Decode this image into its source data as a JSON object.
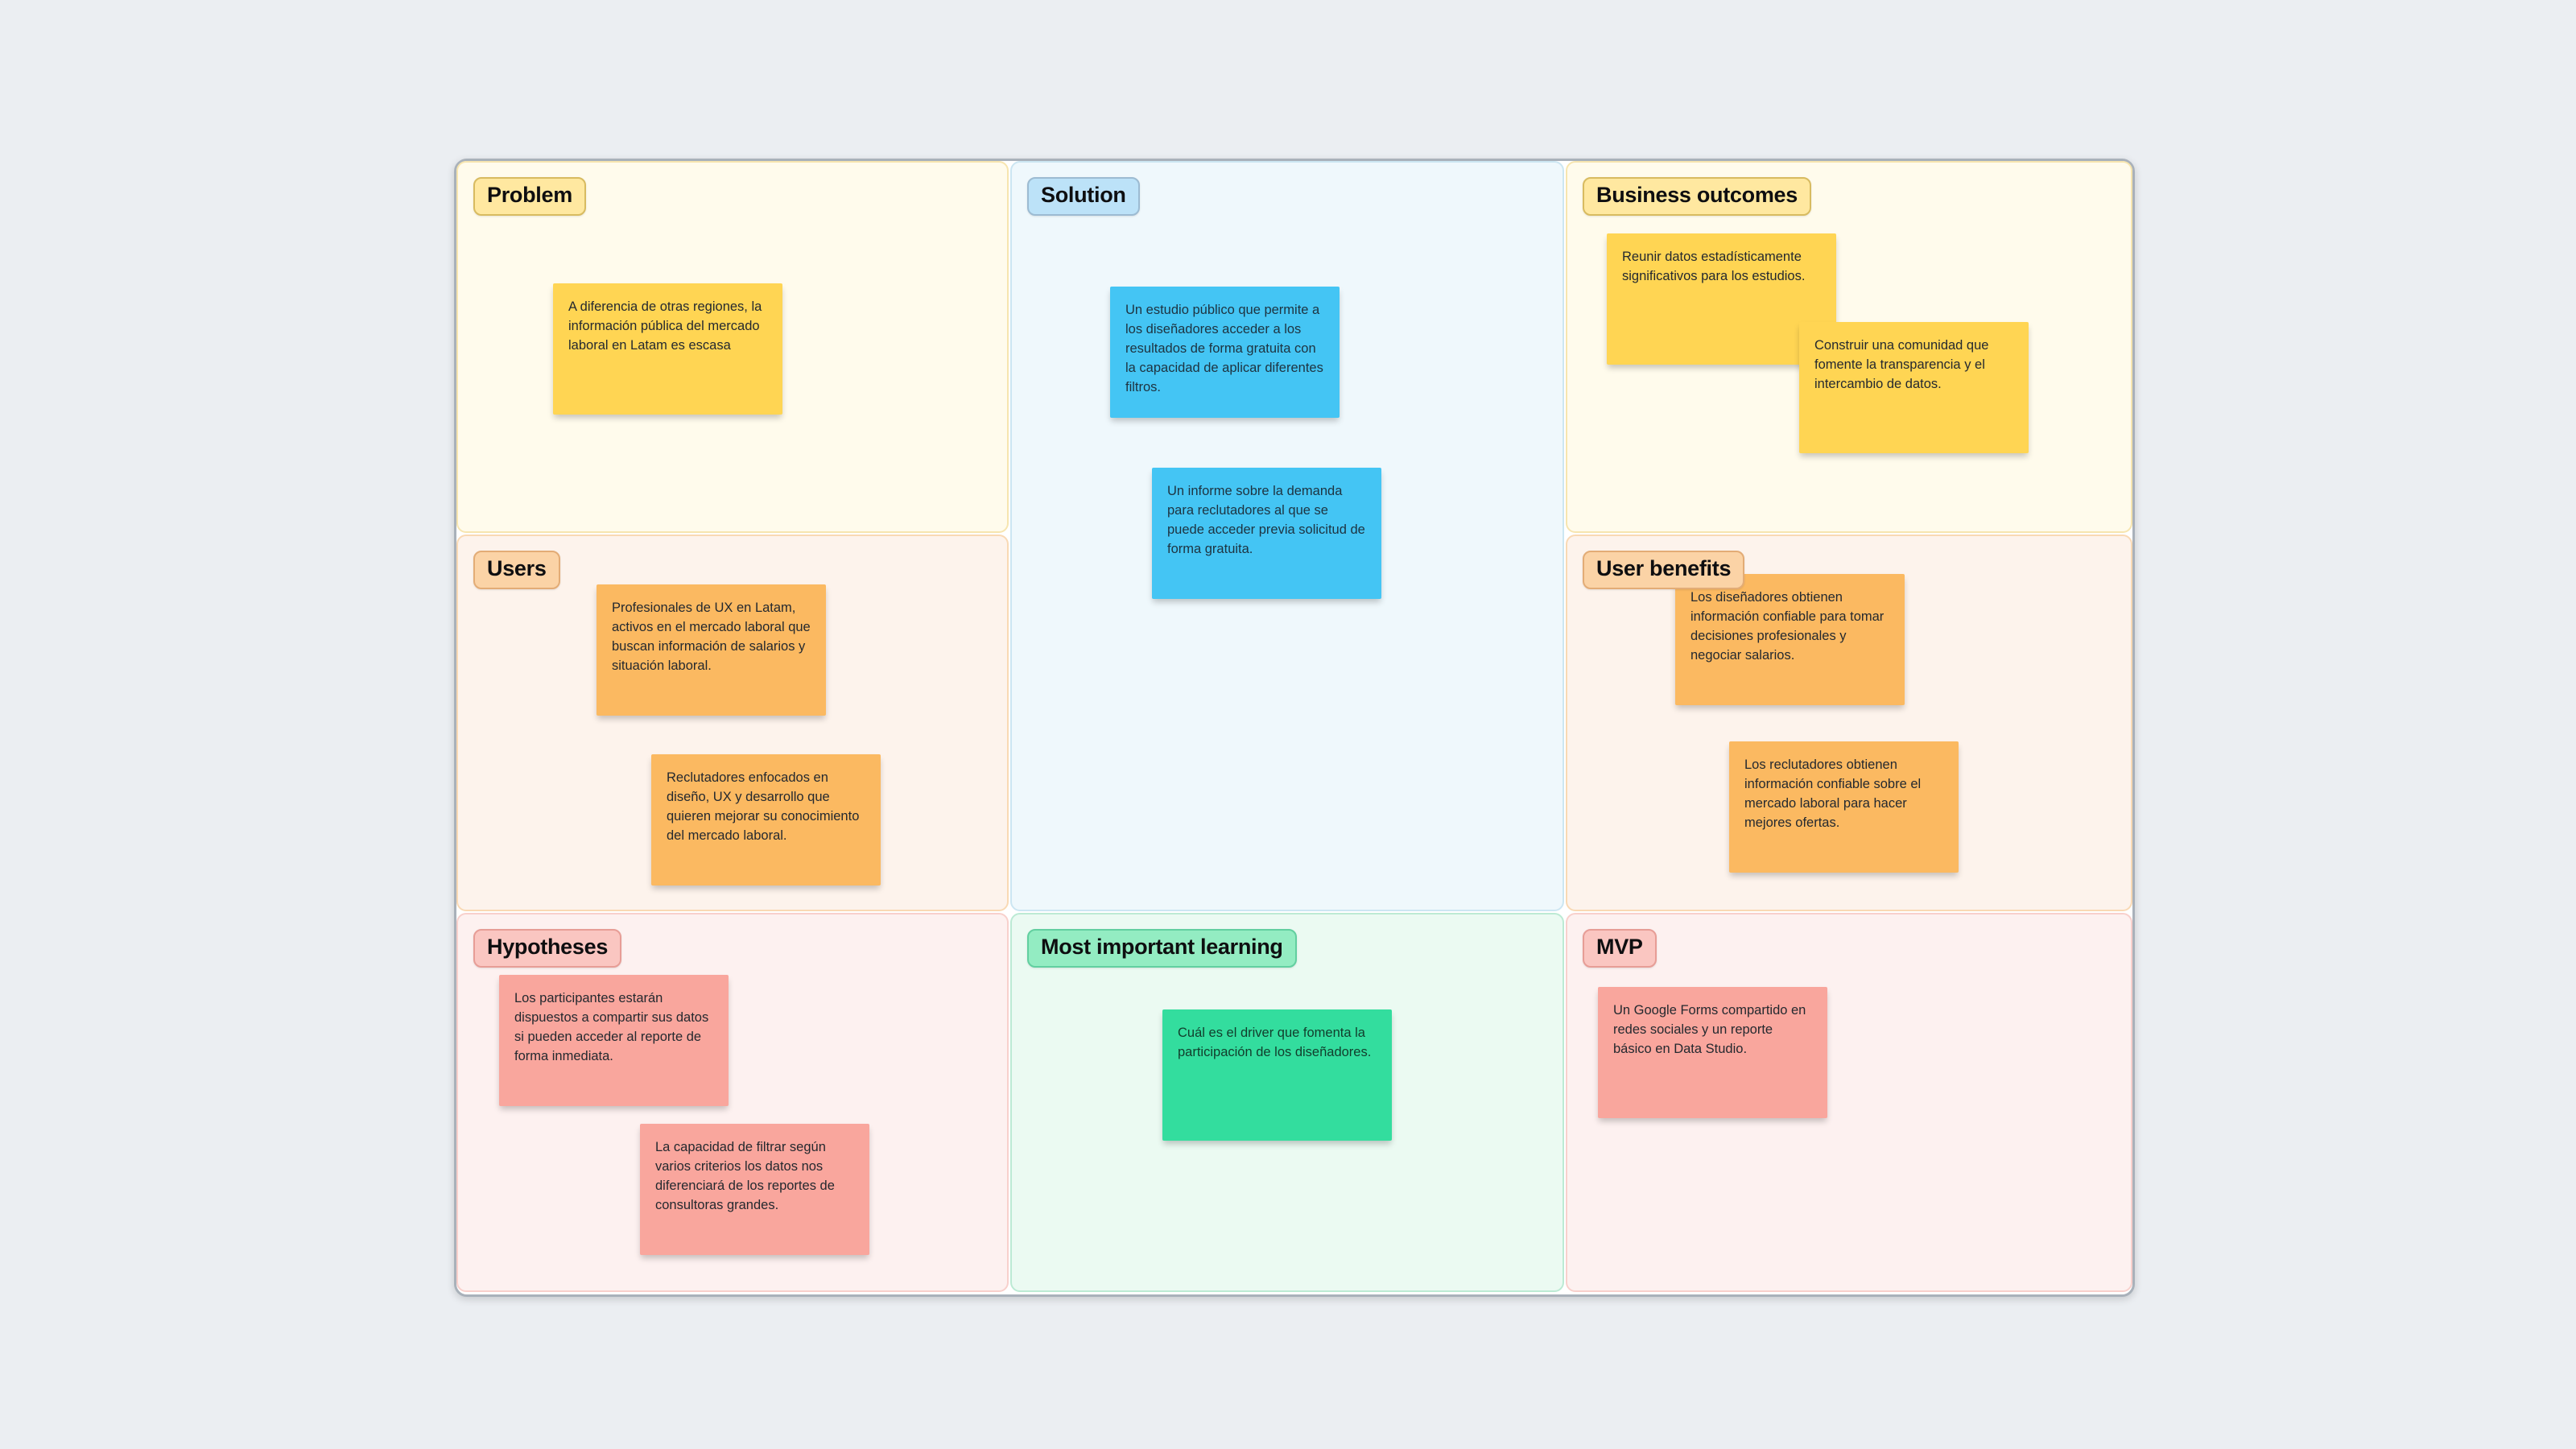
{
  "app": {
    "kind": "whiteboard-canvas",
    "template": "Lean UX canvas"
  },
  "colors": {
    "page_bg": "#EBEEF2",
    "board_bg": "#FFFFFF",
    "board_border": "#A9B1BA",
    "section_cream_bg": "#FFFBEC",
    "section_peach_bg": "#FDF3EC",
    "section_pink_bg": "#FDF1F0",
    "section_blue_bg": "#EFF8FC",
    "section_green_bg": "#EBFAF2",
    "chip_yellow": "#FFE8A0",
    "chip_blue": "#BCE2F8",
    "chip_orange": "#FBD3A6",
    "chip_pink": "#FAC6C1",
    "chip_green": "#93ECC2",
    "note_yellow": "#FFD553",
    "note_orange": "#FBB961",
    "note_blue": "#44C5F4",
    "note_salmon": "#F9A69D",
    "note_green": "#33DD9E"
  },
  "sections": [
    {
      "key": "problem",
      "label": "Problem",
      "notes": [
        {
          "color": "yellow",
          "text": "A diferencia de otras regiones, la información pública del mercado laboral en Latam es escasa"
        }
      ]
    },
    {
      "key": "solution",
      "label": "Solution",
      "notes": [
        {
          "color": "blue",
          "text": "Un estudio público que permite a los diseñadores acceder a los resultados de forma gratuita con la capacidad de aplicar diferentes filtros."
        },
        {
          "color": "blue",
          "text": "Un informe sobre la demanda para reclutadores al que se puede acceder previa solicitud de forma gratuita."
        }
      ]
    },
    {
      "key": "business_outcomes",
      "label": "Business outcomes",
      "notes": [
        {
          "color": "yellow",
          "text": "Reunir datos estadísticamente significativos para los estudios."
        },
        {
          "color": "yellow",
          "text": "Construir una comunidad que fomente la transparencia y el intercambio de datos."
        }
      ]
    },
    {
      "key": "users",
      "label": "Users",
      "notes": [
        {
          "color": "orange",
          "text": "Profesionales de UX en Latam, activos en el mercado laboral que buscan información de salarios y situación laboral."
        },
        {
          "color": "orange",
          "text": "Reclutadores enfocados en diseño, UX y desarrollo que quieren mejorar su conocimiento del mercado laboral."
        }
      ]
    },
    {
      "key": "user_benefits",
      "label": "User benefits",
      "notes": [
        {
          "color": "orange",
          "text": "Los diseñadores obtienen información confiable para tomar decisiones profesionales y negociar salarios."
        },
        {
          "color": "orange",
          "text": "Los reclutadores obtienen información confiable sobre el mercado laboral para hacer mejores ofertas."
        }
      ]
    },
    {
      "key": "hypotheses",
      "label": "Hypotheses",
      "notes": [
        {
          "color": "salmon",
          "text": "Los participantes estarán dispuestos a compartir sus datos si pueden acceder al reporte de forma inmediata."
        },
        {
          "color": "salmon",
          "text": "La capacidad de filtrar según varios criterios los datos nos diferenciará de los reportes de consultoras grandes."
        }
      ]
    },
    {
      "key": "most_important_learning",
      "label": "Most important learning",
      "notes": [
        {
          "color": "green",
          "text": "Cuál es el driver que fomenta la participación de los diseñadores."
        }
      ]
    },
    {
      "key": "mvp",
      "label": "MVP",
      "notes": [
        {
          "color": "salmon",
          "text": "Un Google Forms compartido en redes sociales y un reporte básico en Data Studio."
        }
      ]
    }
  ]
}
